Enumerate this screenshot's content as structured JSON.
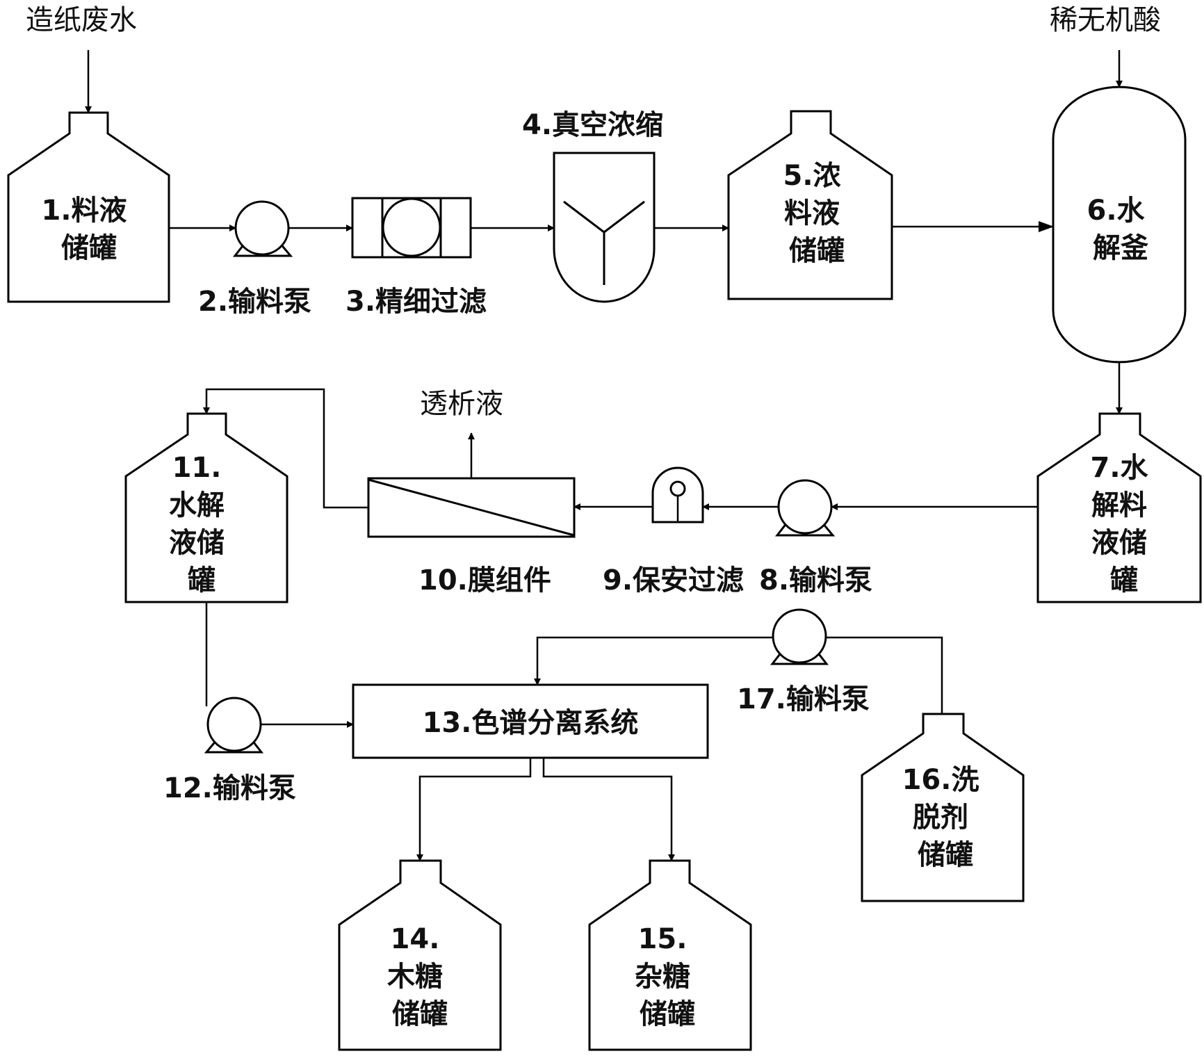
{
  "inputs": {
    "paper_wastewater": "造纸废水",
    "dilute_acid": "稀无机酸",
    "dialysate": "透析液"
  },
  "units": {
    "u1": [
      "1.料液",
      "储罐"
    ],
    "u2": "2.输料泵",
    "u3": "3.精细过滤",
    "u4": "4.真空浓缩",
    "u5": [
      "5.浓",
      "料液",
      "储罐"
    ],
    "u6": [
      "6.水",
      "解釜"
    ],
    "u7": [
      "7.水",
      "解料",
      "液储",
      "罐"
    ],
    "u8": "8.输料泵",
    "u9": "9.保安过滤",
    "u10": "10.膜组件",
    "u11": [
      "11.",
      "水解",
      "液储",
      "罐"
    ],
    "u12": "12.输料泵",
    "u13": "13.色谱分离系统",
    "u14": [
      "14.",
      "木糖",
      "储罐"
    ],
    "u15": [
      "15.",
      "杂糖",
      "储罐"
    ],
    "u16": [
      "16.洗",
      "脱剂",
      "储罐"
    ],
    "u17": "17.输料泵"
  }
}
